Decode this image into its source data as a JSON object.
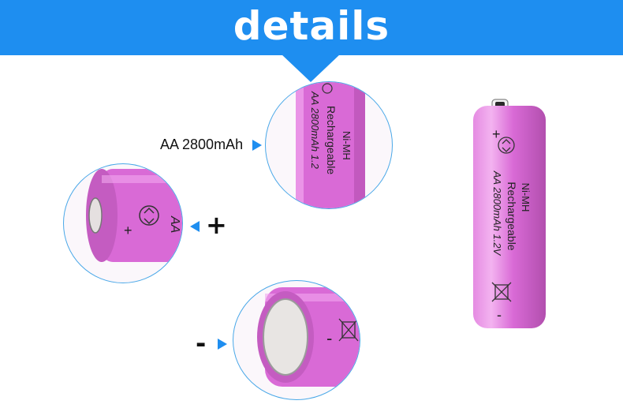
{
  "header": {
    "title": "details",
    "background_color": "#1e8ef0"
  },
  "callouts": {
    "capacity_label": "AA 2800mAh",
    "positive_sign": "+",
    "negative_sign": "-"
  },
  "battery": {
    "type_text": "Ni-MH",
    "rechargeable_text": "Rechargeable",
    "spec_text": "AA 2800mAh 1.2V",
    "positive_mark": "+",
    "negative_mark": "-",
    "body_color": "#d96ad6",
    "accent_color": "#1e8ef0"
  },
  "zoom_views": {
    "label_zoom": {
      "spec_fragment": "AA 2800mAh 1.2",
      "rechargeable_text": "Rechargeable",
      "type_text": "Ni-MH"
    },
    "top_zoom": {
      "positive_mark": "+",
      "spec_fragment": "AA"
    },
    "bottom_zoom": {
      "negative_mark": "-"
    }
  }
}
